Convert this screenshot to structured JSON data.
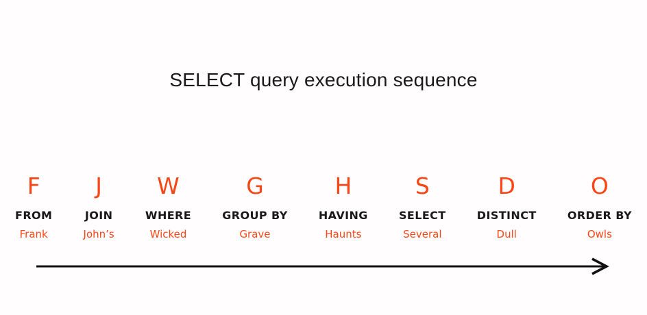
{
  "title": "SELECT query execution sequence",
  "colors": {
    "accent": "#F94616",
    "text": "#1a1a1a",
    "background": "#FFFDFE",
    "arrow": "#111111"
  },
  "sequence": {
    "steps": [
      {
        "letter": "F",
        "keyword": "FROM",
        "mnemonic": "Frank"
      },
      {
        "letter": "J",
        "keyword": "JOIN",
        "mnemonic": "John’s"
      },
      {
        "letter": "W",
        "keyword": "WHERE",
        "mnemonic": "Wicked"
      },
      {
        "letter": "G",
        "keyword": "GROUP BY",
        "mnemonic": "Grave"
      },
      {
        "letter": "H",
        "keyword": "HAVING",
        "mnemonic": "Haunts"
      },
      {
        "letter": "S",
        "keyword": "SELECT",
        "mnemonic": "Several"
      },
      {
        "letter": "D",
        "keyword": "DISTINCT",
        "mnemonic": "Dull"
      },
      {
        "letter": "O",
        "keyword": "ORDER BY",
        "mnemonic": "Owls"
      }
    ],
    "arrow": {
      "direction": "left-to-right"
    }
  }
}
